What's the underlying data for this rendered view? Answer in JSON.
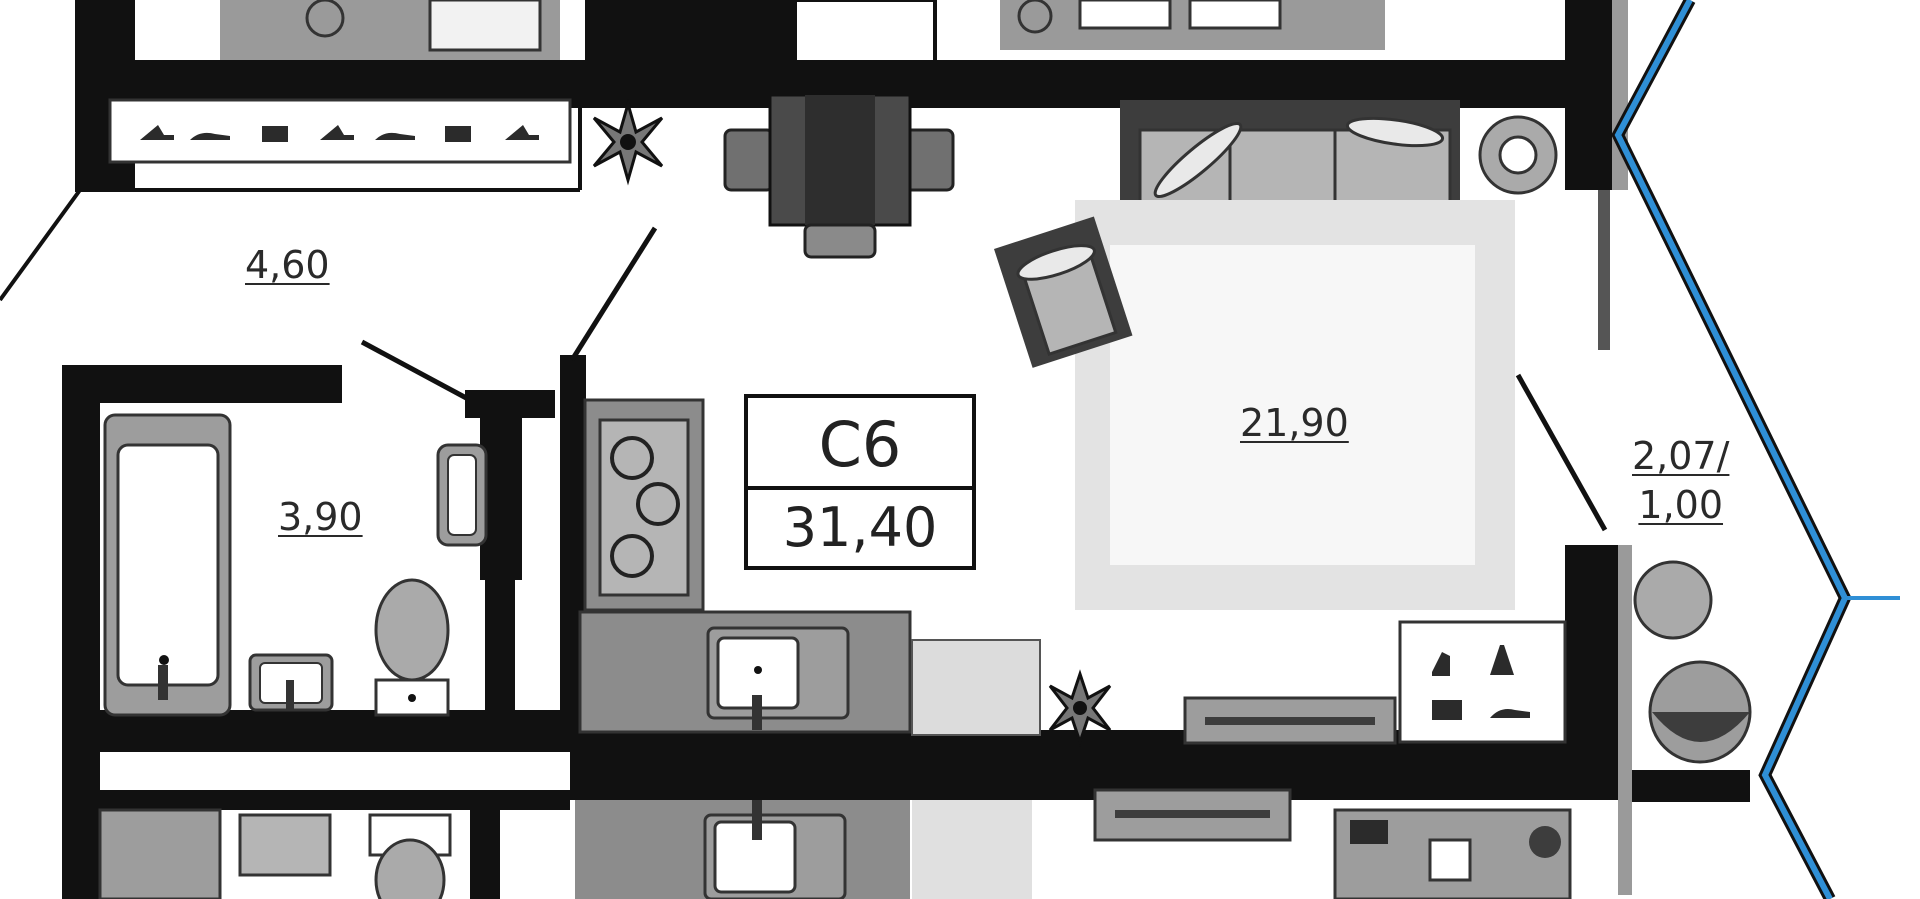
{
  "apartment": {
    "code": "C6",
    "total_area": "31,40"
  },
  "rooms": {
    "hallway_area": "4,60",
    "bathroom_area": "3,90",
    "living_room_area": "21,90",
    "balcony_area_line1": "2,07/",
    "balcony_area_line2": "1,00"
  },
  "colors": {
    "wall": "#111111",
    "furniture_dark": "#3d3d3d",
    "furniture_mid": "#8c8c8c",
    "furniture_light": "#bdbdbd",
    "rug": "#e6e6e6",
    "glazing": "#2f8fd6"
  },
  "icons": [
    "compass-rose-icon",
    "shoe-icon",
    "dress-icon",
    "bag-icon",
    "stove-burner-icon",
    "sink-icon",
    "bathtub-icon",
    "toilet-icon",
    "sofa-icon",
    "armchair-icon",
    "dining-table-icon",
    "plant-icon",
    "round-table-icon"
  ]
}
